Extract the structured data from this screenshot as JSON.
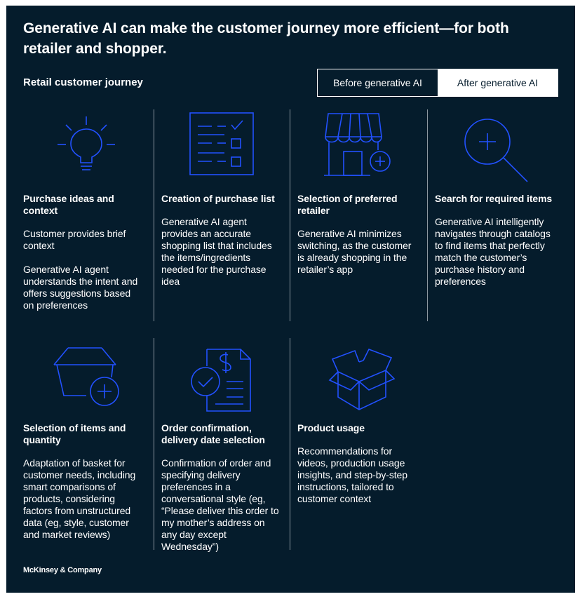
{
  "header": {
    "title": "Generative AI can make the customer journey more efficient—for both retailer and shopper.",
    "subtitle": "Retail customer journey"
  },
  "toggle": {
    "before_label": "Before generative AI",
    "after_label": "After generative AI",
    "selected": "After generative AI"
  },
  "colors": {
    "background": "#051c2c",
    "icon_stroke": "#2251ff",
    "text": "#ffffff",
    "divider": "#8c98a1"
  },
  "stages": [
    {
      "icon": "lightbulb-icon",
      "title": "Purchase ideas and context",
      "paragraphs": [
        "Customer provides brief context",
        "Generative AI agent understands the intent and offers suggestions based on preferences"
      ]
    },
    {
      "icon": "checklist-icon",
      "title": "Creation of purchase list",
      "paragraphs": [
        "Generative AI agent provides an accurate shopping list that includes the items/ingredients needed for the purchase idea"
      ]
    },
    {
      "icon": "storefront-icon",
      "title": "Selection of preferred retailer",
      "paragraphs": [
        "Generative AI minimizes switching, as the customer is already shopping in the retailer’s app"
      ]
    },
    {
      "icon": "magnifier-icon",
      "title": "Search for required items",
      "paragraphs": [
        "Generative AI intelligently navigates through catalogs to find items that perfectly match the customer’s purchase history and preferences"
      ]
    },
    {
      "icon": "basket-add-icon",
      "title": "Selection of items and quantity",
      "paragraphs": [
        "Adaptation of basket for customer needs, including smart comparisons of products, considering factors from unstructured data (eg, style, customer and market reviews)"
      ]
    },
    {
      "icon": "invoice-check-icon",
      "title": "Order confirmation, delivery date selection",
      "paragraphs": [
        "Confirmation of order and specifying delivery preferences in a conversational style (eg, “Please deliver this order to my mother’s address on any day except Wednesday”)"
      ]
    },
    {
      "icon": "open-box-icon",
      "title": "Product usage",
      "paragraphs": [
        "Recommendations for videos, production usage insights, and step-by-step instructions, tailored to customer context"
      ]
    }
  ],
  "footer": {
    "brand": "McKinsey & Company"
  }
}
